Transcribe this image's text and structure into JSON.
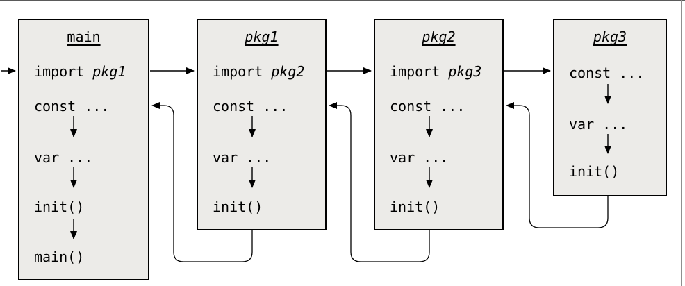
{
  "colors": {
    "background": "#ffffff",
    "box_fill": "#ecebe8",
    "box_border": "#000000",
    "line": "#000000",
    "text": "#000000",
    "frame_top": "#5a5a5a",
    "frame_right": "#8f8f8f"
  },
  "boxes": [
    {
      "id": "main",
      "title": "main",
      "rows": [
        {
          "keyword": "import",
          "arg": "pkg1"
        },
        {
          "text": "const ..."
        },
        {
          "text": "var ..."
        },
        {
          "text": "init()"
        },
        {
          "text": "main()"
        }
      ]
    },
    {
      "id": "pkg1",
      "title": "pkg1",
      "rows": [
        {
          "keyword": "import",
          "arg": "pkg2"
        },
        {
          "text": "const ..."
        },
        {
          "text": "var ..."
        },
        {
          "text": "init()"
        }
      ]
    },
    {
      "id": "pkg2",
      "title": "pkg2",
      "rows": [
        {
          "keyword": "import",
          "arg": "pkg3"
        },
        {
          "text": "const ..."
        },
        {
          "text": "var ..."
        },
        {
          "text": "init()"
        }
      ]
    },
    {
      "id": "pkg3",
      "title": "pkg3",
      "rows": [
        {
          "text": "const ..."
        },
        {
          "text": "var ..."
        },
        {
          "text": "init()"
        }
      ]
    }
  ]
}
